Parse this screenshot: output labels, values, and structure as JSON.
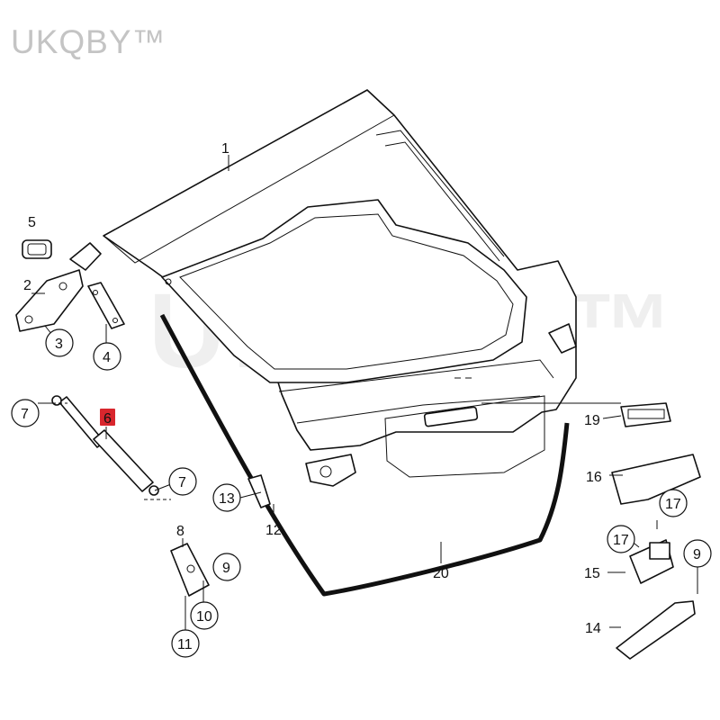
{
  "brand": "UKQBY™",
  "watermark": "UKQBY™",
  "callouts": {
    "c1": "1",
    "c2": "2",
    "c3": "3",
    "c4": "4",
    "c5": "5",
    "c6": "6",
    "c7a": "7",
    "c7b": "7",
    "c8": "8",
    "c9a": "9",
    "c9b": "9",
    "c10": "10",
    "c11": "11",
    "c12": "12",
    "c13": "13",
    "c14": "14",
    "c15": "15",
    "c16": "16",
    "c17a": "17",
    "c17b": "17",
    "c19": "19",
    "c20": "20"
  },
  "highlight_color": "#d8262d"
}
